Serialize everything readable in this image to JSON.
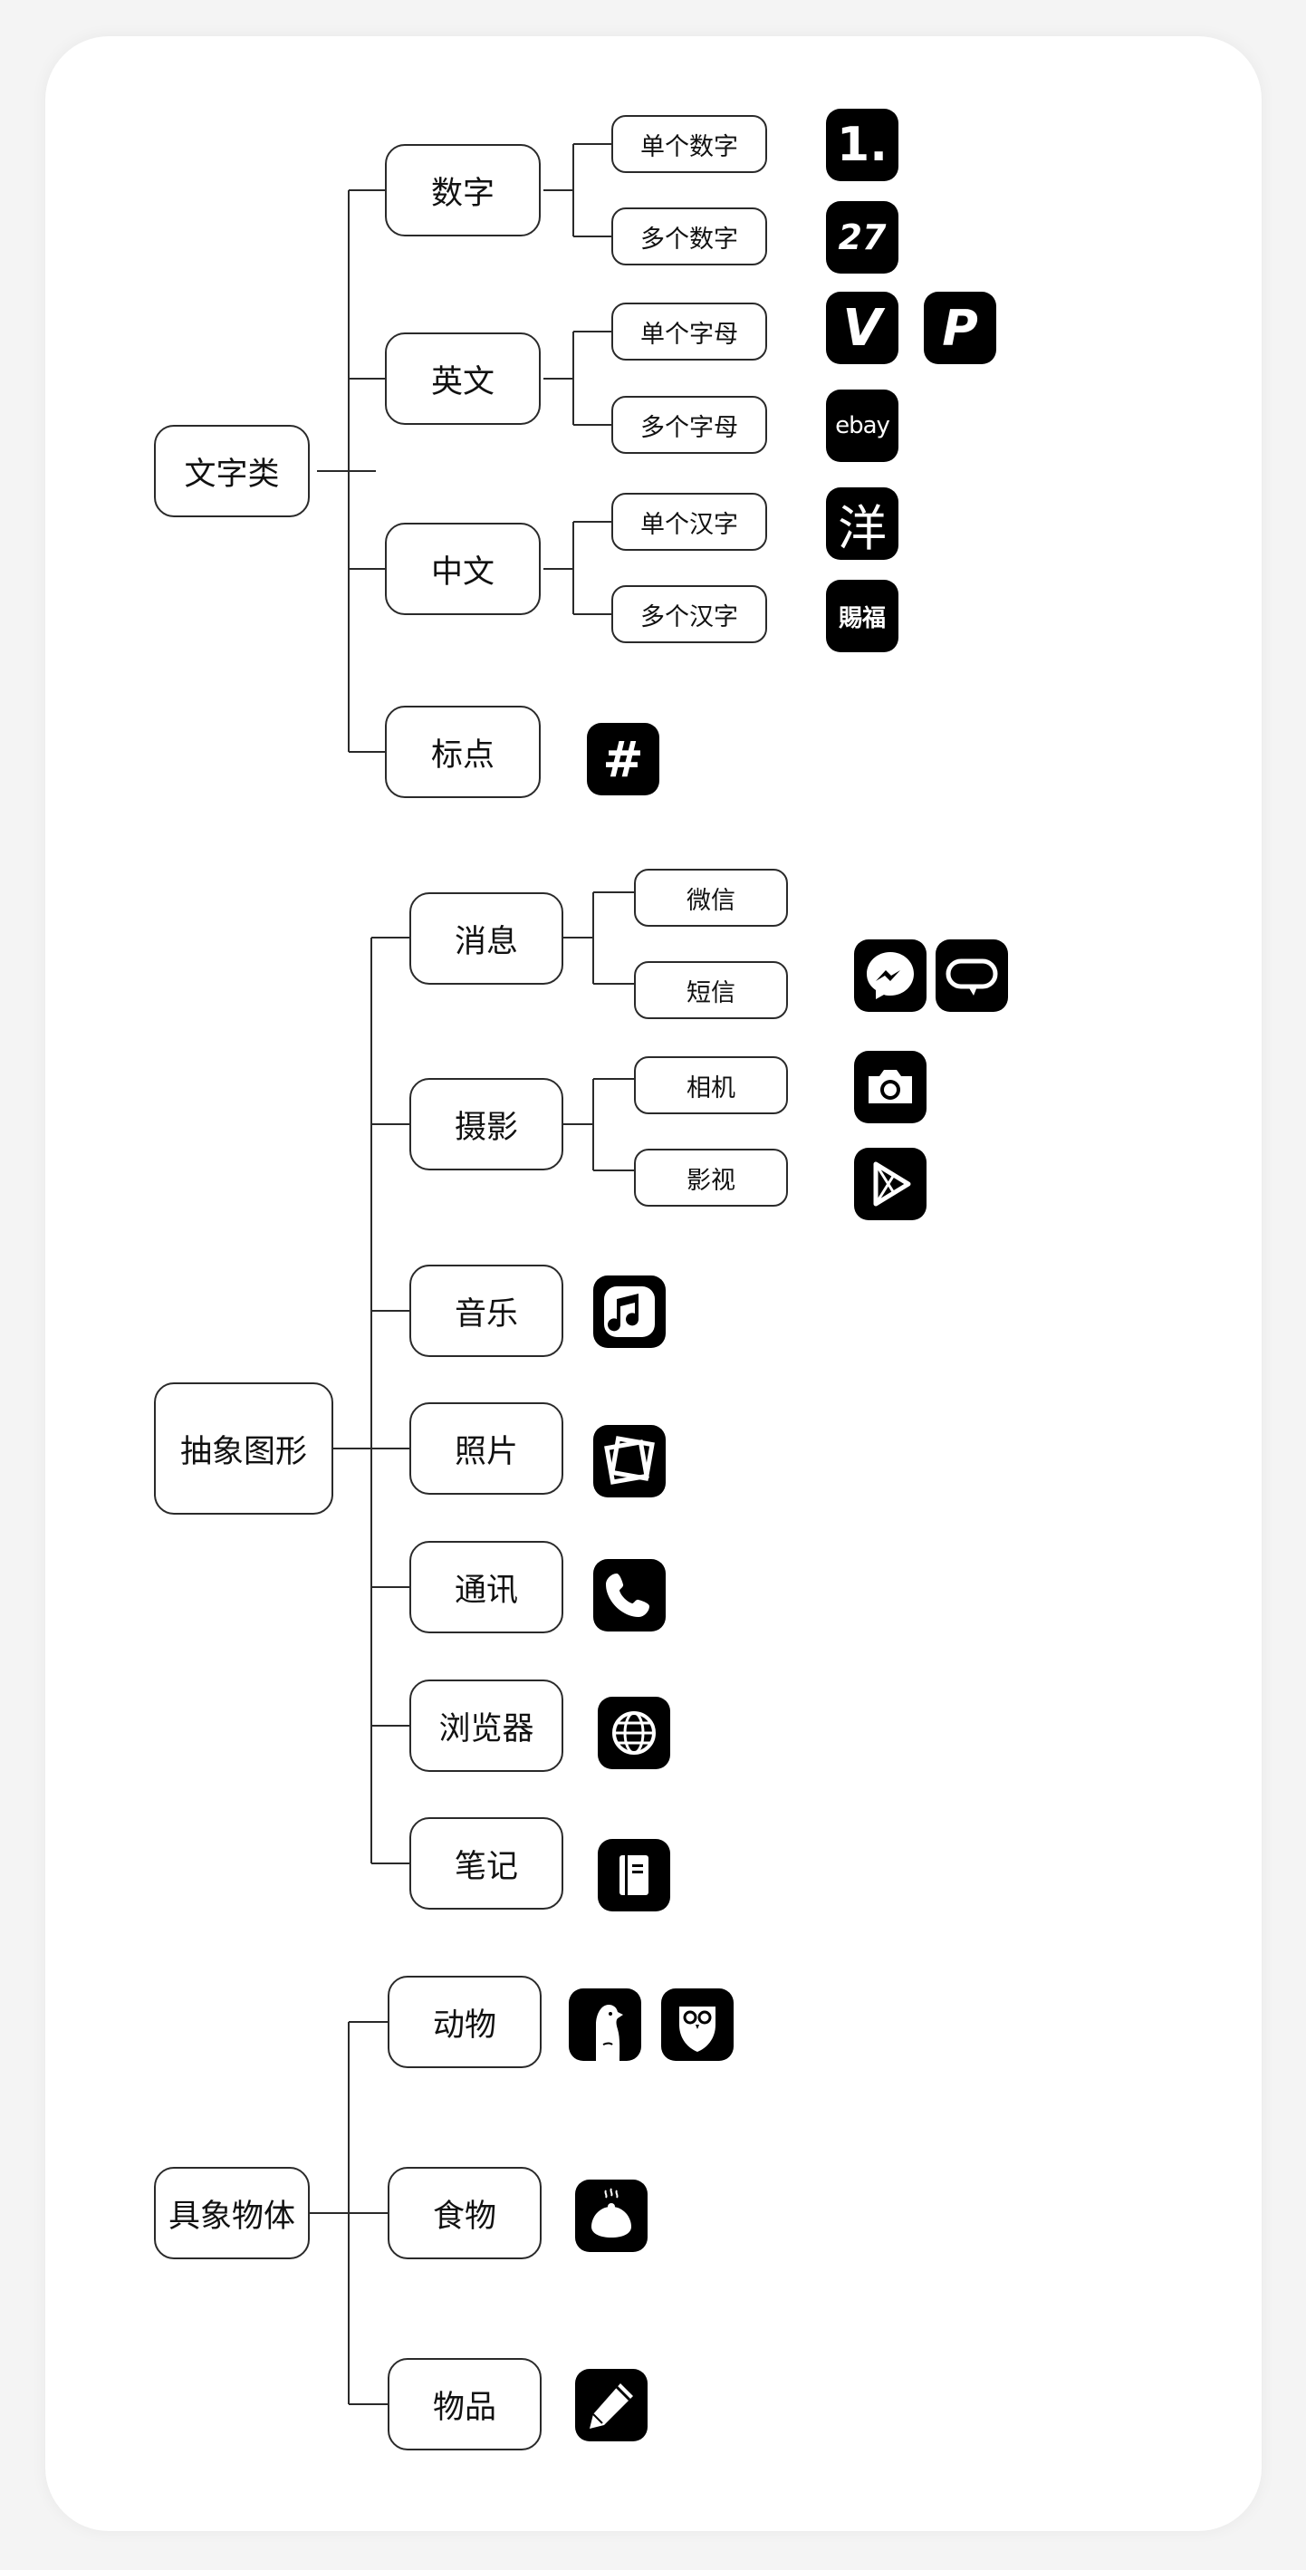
{
  "tree": {
    "text": {
      "label": "文字类",
      "numbers": {
        "label": "数字",
        "single": "单个数字",
        "multi": "多个数字"
      },
      "english": {
        "label": "英文",
        "single": "单个字母",
        "multi": "多个字母"
      },
      "chinese": {
        "label": "中文",
        "single": "单个汉字",
        "multi": "多个汉字"
      },
      "punctuation": {
        "label": "标点"
      }
    },
    "abstract": {
      "label": "抽象图形",
      "message": {
        "label": "消息",
        "wechat": "微信",
        "sms": "短信"
      },
      "photography": {
        "label": "摄影",
        "camera": "相机",
        "video": "影视"
      },
      "music": "音乐",
      "photos": "照片",
      "phone": "通讯",
      "browser": "浏览器",
      "notes": "笔记"
    },
    "concrete": {
      "label": "具象物体",
      "animals": "动物",
      "food": "食物",
      "items": "物品"
    }
  },
  "icon_texts": {
    "number_single": "1.",
    "number_multi": "27",
    "letter_v": "V",
    "letter_p": "P",
    "ebay": "ebay",
    "hanzi_single": "洋",
    "hanzi_multi": "賜福",
    "hash": "#"
  },
  "icons": [
    "number-one-icon",
    "number-27-icon",
    "venmo-v-icon",
    "paypal-p-icon",
    "ebay-icon",
    "yang-character-icon",
    "cifu-characters-icon",
    "hash-icon",
    "messenger-icon",
    "speech-bubble-icon",
    "camera-icon",
    "play-icon",
    "music-note-icon",
    "photos-icon",
    "phone-icon",
    "globe-icon",
    "notebook-icon",
    "meerkat-icon",
    "owl-icon",
    "dumpling-icon",
    "pencil-icon"
  ],
  "colors": {
    "background": "#f4f4f4",
    "card": "#ffffff",
    "line": "#2a2a2a",
    "icon": "#000000"
  }
}
